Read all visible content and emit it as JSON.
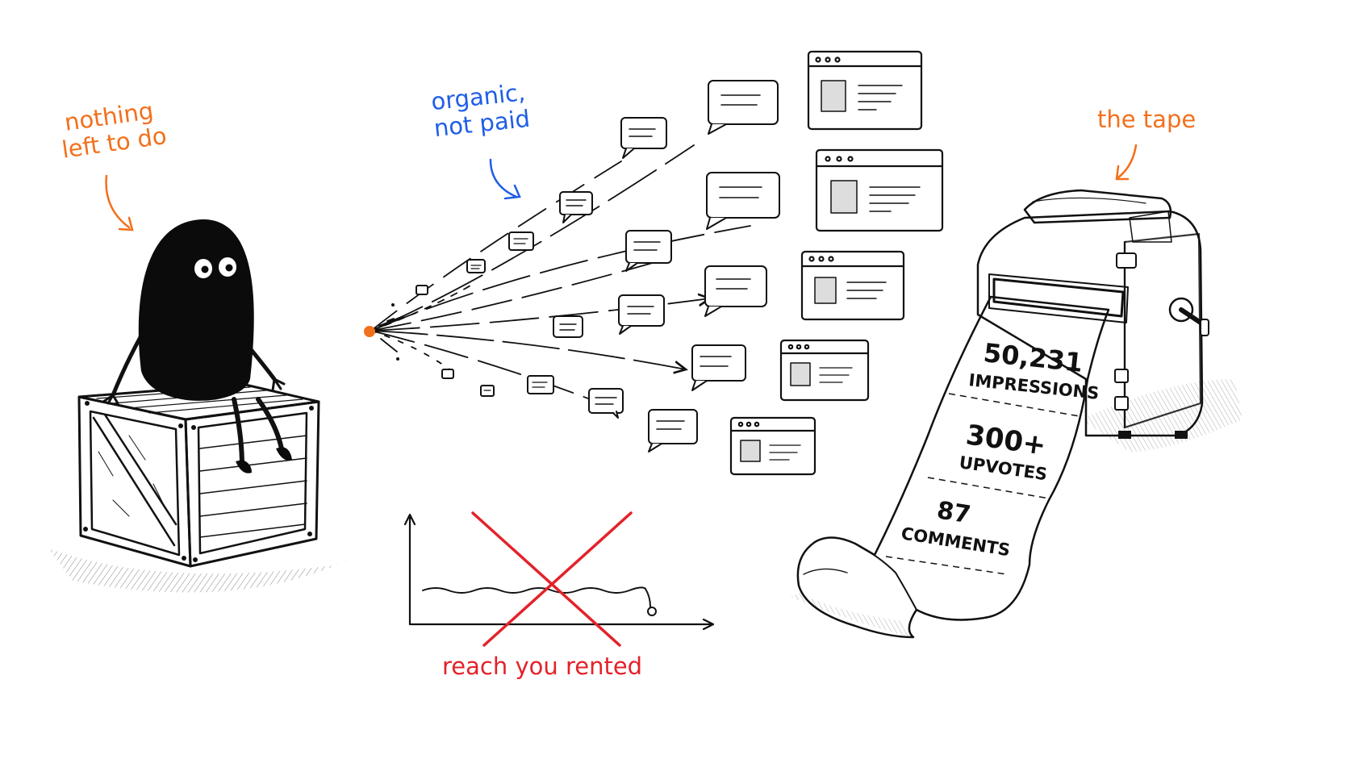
{
  "annotations": {
    "nothing_left_line1": "nothing",
    "nothing_left_line2": "left to do",
    "organic_line1": "organic,",
    "organic_line2": "not paid",
    "the_tape": "the tape",
    "reach_you_rented": "reach you rented"
  },
  "tape": {
    "impressions_value": "50,231",
    "impressions_label": "IMPRESSIONS",
    "upvotes_value": "300+",
    "upvotes_label": "UPVOTES",
    "comments_value": "87",
    "comments_label": "COMMENTS"
  },
  "colors": {
    "orange": "#f2701c",
    "blue": "#1f5ee6",
    "red": "#e3222a",
    "ink": "#111111"
  },
  "icons": [
    "blob-character",
    "wooden-crate",
    "chat-bubble-icon",
    "browser-window-icon",
    "receipt-printer",
    "crossed-out-line-chart"
  ]
}
